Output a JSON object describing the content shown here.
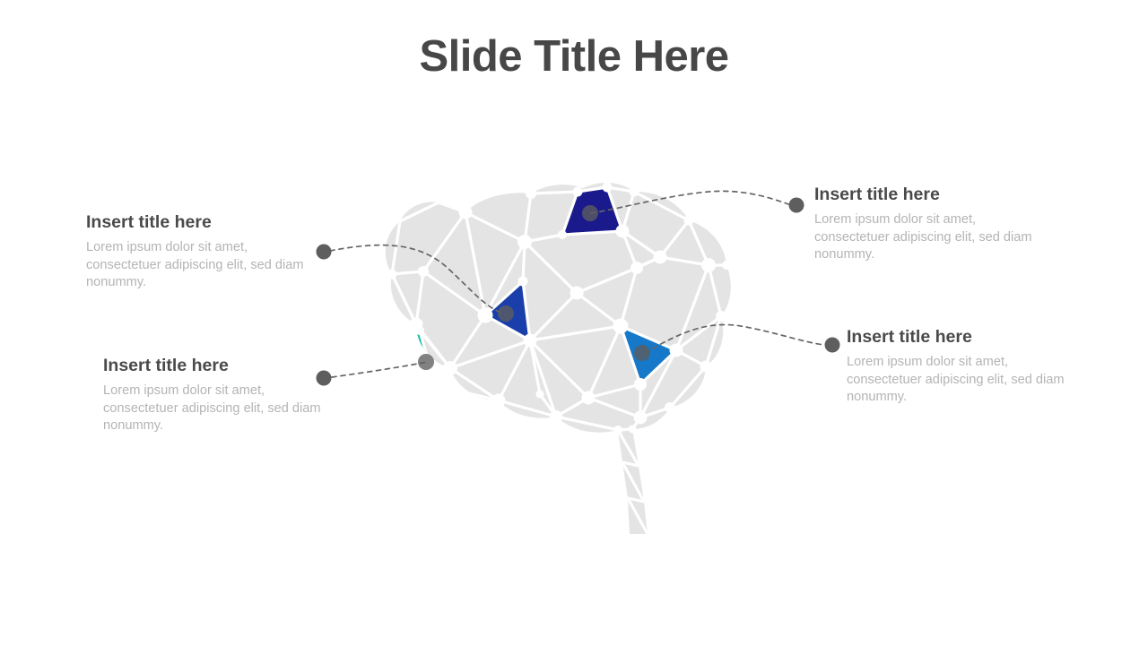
{
  "slide": {
    "title": "Slide Title Here",
    "background_color": "#ffffff",
    "title_color": "#474747"
  },
  "callouts": [
    {
      "id": "callout-top-left",
      "title": "Insert title here",
      "body": "Lorem ipsum dolor sit amet, consectetuer adipiscing elit, sed diam nonummy.",
      "marker_color": "#5e5e5e",
      "linked_region_color": "#1a3faa"
    },
    {
      "id": "callout-bottom-left",
      "title": "Insert title here",
      "body": "Lorem ipsum dolor sit amet, consectetuer adipiscing elit, sed diam nonummy.",
      "marker_color": "#5e5e5e",
      "linked_region_color": "#18c2a8"
    },
    {
      "id": "callout-top-right",
      "title": "Insert title here",
      "body": "Lorem ipsum dolor sit amet, consectetuer adipiscing elit, sed diam nonummy.",
      "marker_color": "#5e5e5e",
      "linked_region_color": "#1a1a8c"
    },
    {
      "id": "callout-bottom-right",
      "title": "Insert title here",
      "body": "Lorem ipsum dolor sit amet, consectetuer adipiscing elit, sed diam nonummy.",
      "marker_color": "#5e5e5e",
      "linked_region_color": "#1578c8"
    }
  ],
  "graphic": {
    "name": "low-poly-brain-diagram",
    "mesh_fill_color": "#e4e4e4",
    "mesh_line_color": "#ffffff",
    "node_color": "#ffffff",
    "connector_line_color": "#666666",
    "connector_dot_color": "#5e5e5e",
    "highlighted_regions": [
      {
        "name": "frontal-upper-region",
        "color": "#1a1a8c"
      },
      {
        "name": "mid-left-region",
        "color": "#1a3faa"
      },
      {
        "name": "occipital-region",
        "color": "#18c2a8"
      },
      {
        "name": "parietal-region",
        "color": "#1578c8"
      }
    ]
  }
}
